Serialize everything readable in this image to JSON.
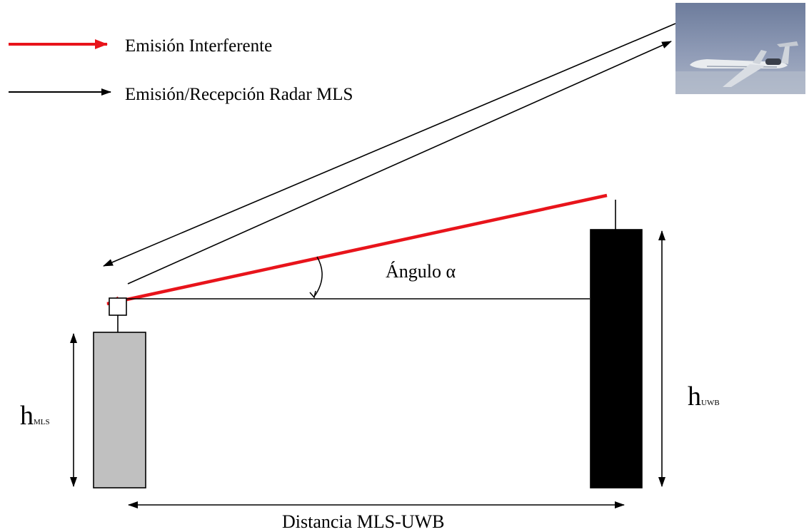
{
  "legend": {
    "interference_label": "Emisión Interferente",
    "radar_label": "Emisión/Recepción Radar MLS"
  },
  "labels": {
    "angle": "Ángulo α",
    "distance": "Distancia MLS-UWB",
    "h_mls_main": "h",
    "h_mls_sub": "MLS",
    "h_uwb_main": "h",
    "h_uwb_sub": "UWB"
  },
  "colors": {
    "interference": "#e8141b",
    "radar": "#000000",
    "mls_tower": "#c0c0c0",
    "uwb_tower": "#000000"
  },
  "icons": {
    "aircraft": "airplane-photo"
  }
}
